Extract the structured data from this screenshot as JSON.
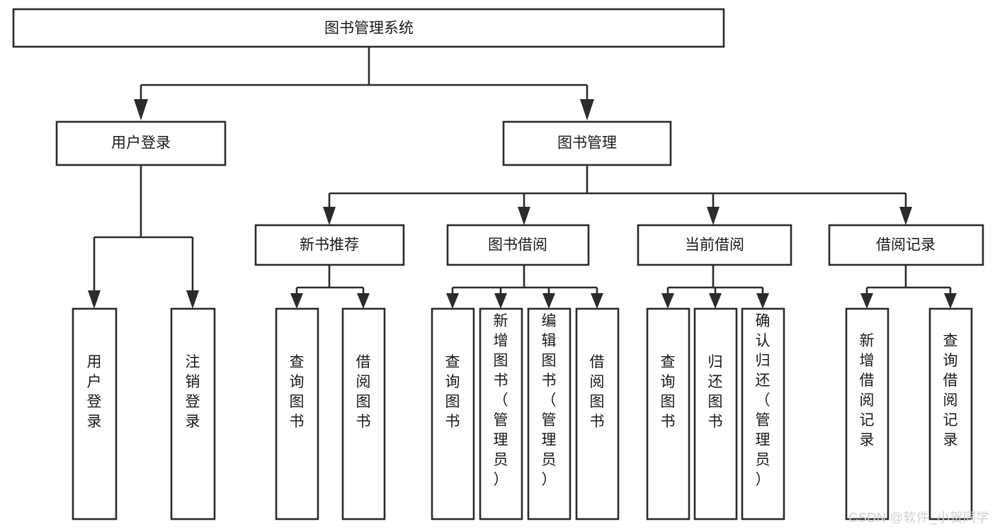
{
  "diagram": {
    "type": "tree-hierarchy-chart",
    "title": "图书管理系统",
    "watermark": "CSDN @软件_小贺同学",
    "colors": {
      "stroke": "#2b2b2b",
      "fill": "#ffffff",
      "text": "#1a1a1a",
      "watermark": "#cfcfcf",
      "background": "#ffffff"
    },
    "levels": [
      {
        "level": 1,
        "nodes": [
          {
            "id": "root",
            "label": "图书管理系统",
            "orientation": "horizontal"
          }
        ]
      },
      {
        "level": 2,
        "nodes": [
          {
            "id": "user-login",
            "label": "用户登录",
            "parent": "root",
            "orientation": "horizontal"
          },
          {
            "id": "book-management",
            "label": "图书管理",
            "parent": "root",
            "orientation": "horizontal"
          }
        ]
      },
      {
        "level": 3,
        "nodes": [
          {
            "id": "new-book-recommend",
            "label": "新书推荐",
            "parent": "book-management",
            "orientation": "horizontal"
          },
          {
            "id": "book-borrow",
            "label": "图书借阅",
            "parent": "book-management",
            "orientation": "horizontal"
          },
          {
            "id": "current-borrow",
            "label": "当前借阅",
            "parent": "book-management",
            "orientation": "horizontal"
          },
          {
            "id": "borrow-record",
            "label": "借阅记录",
            "parent": "book-management",
            "orientation": "horizontal"
          }
        ]
      },
      {
        "level": 4,
        "nodes": [
          {
            "id": "leaf-user-login",
            "label": "用户登录",
            "parent": "user-login",
            "orientation": "vertical"
          },
          {
            "id": "leaf-logout-login",
            "label": "注销登录",
            "parent": "user-login",
            "orientation": "vertical"
          },
          {
            "id": "leaf-query-book-1",
            "label": "查询图书",
            "parent": "new-book-recommend",
            "orientation": "vertical"
          },
          {
            "id": "leaf-borrow-book-1",
            "label": "借阅图书",
            "parent": "new-book-recommend",
            "orientation": "vertical"
          },
          {
            "id": "leaf-query-book-2",
            "label": "查询图书",
            "parent": "book-borrow",
            "orientation": "vertical"
          },
          {
            "id": "leaf-add-book",
            "label": "新增图书（管理员）",
            "parent": "book-borrow",
            "orientation": "vertical"
          },
          {
            "id": "leaf-edit-book",
            "label": "编辑图书（管理员）",
            "parent": "book-borrow",
            "orientation": "vertical"
          },
          {
            "id": "leaf-borrow-book-2",
            "label": "借阅图书",
            "parent": "book-borrow",
            "orientation": "vertical"
          },
          {
            "id": "leaf-query-book-3",
            "label": "查询图书",
            "parent": "current-borrow",
            "orientation": "vertical"
          },
          {
            "id": "leaf-return-book",
            "label": "归还图书",
            "parent": "current-borrow",
            "orientation": "vertical"
          },
          {
            "id": "leaf-confirm-return",
            "label": "确认归还（管理员）",
            "parent": "current-borrow",
            "orientation": "vertical"
          },
          {
            "id": "leaf-add-record",
            "label": "新增借阅记录",
            "parent": "borrow-record",
            "orientation": "vertical"
          },
          {
            "id": "leaf-query-record",
            "label": "查询借阅记录",
            "parent": "borrow-record",
            "orientation": "vertical"
          }
        ]
      }
    ]
  }
}
